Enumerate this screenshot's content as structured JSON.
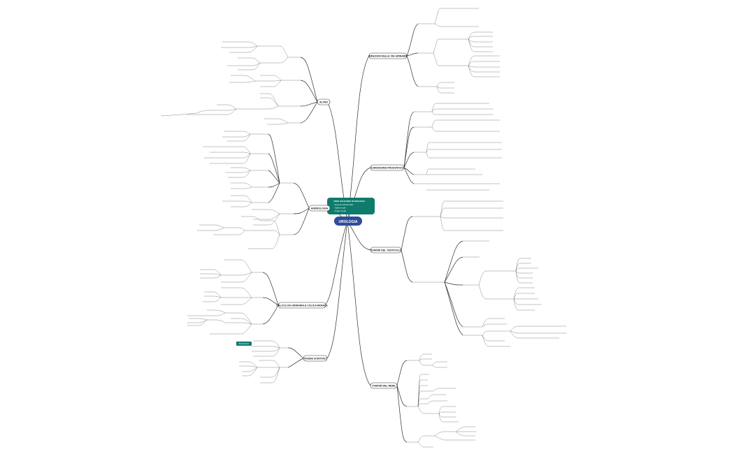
{
  "central_topic": "UROLOGIA",
  "note_box": {
    "lines": [
      "VISSE GOLEANDO IN UROLOGIA:",
      "- Farmaci antimicrobici",
      "- Calibri renali",
      "- Organi renali"
    ]
  },
  "tag_box": "Biochimicate",
  "branches": [
    {
      "id": "b1",
      "label": "INFEZIONI DELLE VIE URINARIE"
    },
    {
      "id": "b2",
      "label": "CARCINOMA PROSTATICO"
    },
    {
      "id": "b3",
      "label": "TUMORI DEL TESTICOLO"
    },
    {
      "id": "b4",
      "label": "TUMORI DEL RENE"
    },
    {
      "id": "b5",
      "label": "ALTRO"
    },
    {
      "id": "b6",
      "label": "ANDROLOGIA"
    },
    {
      "id": "b7",
      "label": "CALCOLOSI URINARIA E COLICA RENALE"
    },
    {
      "id": "b8",
      "label": "VASIDE SCROTALI"
    }
  ],
  "colors": {
    "central_fill": "#2f4c9a",
    "note_fill": "#0f7b6c",
    "line": "#2e2e2e"
  }
}
